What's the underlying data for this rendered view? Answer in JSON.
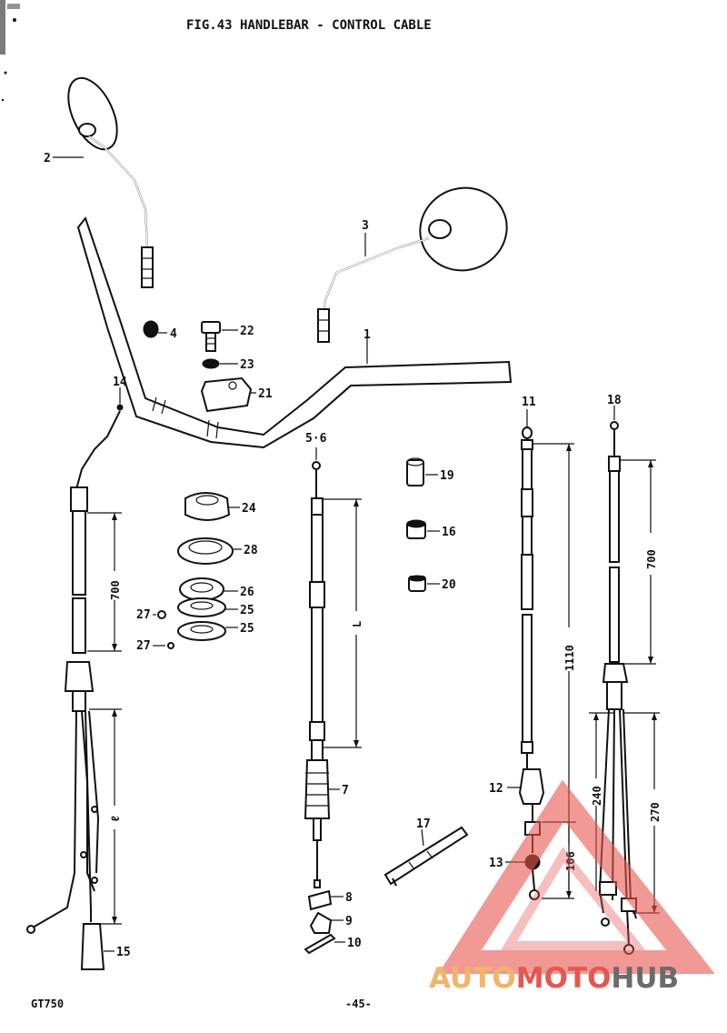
{
  "page": {
    "title": "FIG.43  HANDLEBAR - CONTROL CABLE",
    "model": "GT750",
    "page_number": "-45-"
  },
  "watermark": {
    "part1": "AUTO",
    "part2": "MOTO",
    "part3": "HUB",
    "color_light": "#f0b46a",
    "color_mid": "#e8564f",
    "color_dark": "#6b6b6b"
  },
  "parts": {
    "p1": "1",
    "p2": "2",
    "p3": "3",
    "p4": "4",
    "p5_6": "5·6",
    "p7": "7",
    "p8": "8",
    "p9": "9",
    "p10": "10",
    "p11": "11",
    "p12": "12",
    "p13": "13",
    "p14": "14",
    "p15": "15",
    "p16": "16",
    "p17": "17",
    "p18": "18",
    "p19": "19",
    "p20": "20",
    "p21": "21",
    "p22": "22",
    "p23": "23",
    "p24": "24",
    "p25a": "25",
    "p25b": "25",
    "p26": "26",
    "p27a": "27",
    "p27b": "27",
    "p28": "28"
  },
  "dimensions": {
    "d700_left": "700",
    "d_l_left": "ℓ",
    "d_L_mid": "L",
    "d1110": "1110",
    "d106": "106",
    "d240": "240",
    "d700_right": "700",
    "d270": "270"
  }
}
